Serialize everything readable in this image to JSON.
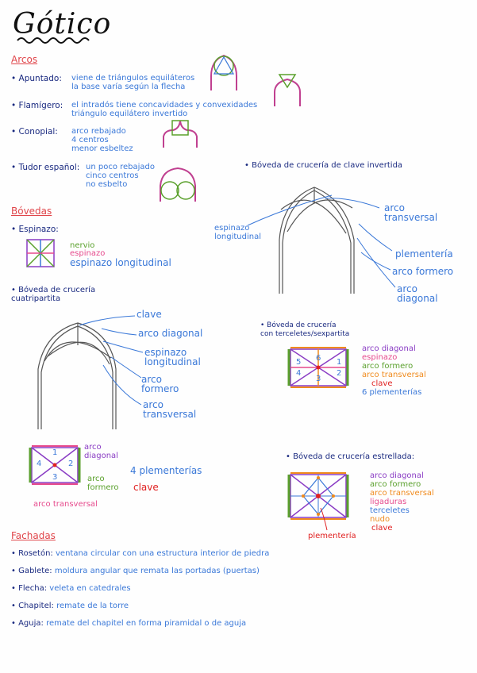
{
  "title": "Gótico",
  "arcos": {
    "heading": "Arcos",
    "items": [
      {
        "term": "Apuntado:",
        "desc": "viene de triángulos equiláteros\nla base varía según la flecha"
      },
      {
        "term": "Flamígero:",
        "desc": "el intradós tiene concavidades y convexidades\ntriángulo equilátero invertido"
      },
      {
        "term": "Conopial:",
        "desc": "arco rebajado\n4 centros\nmenor esbeltez"
      },
      {
        "term": "Tudor español:",
        "desc": "un poco rebajado\ncinco centros\nno esbelto"
      }
    ]
  },
  "bovedas": {
    "heading": "Bóvedas",
    "espinazo": {
      "term": "Espinazo:",
      "labels": {
        "nervio": "nervio",
        "espinazo": "espinazo",
        "espinazo_long": "espinazo longitudinal"
      }
    },
    "cuatripartita": {
      "title": "Bóveda de crucería\ncuatripartita",
      "labels": {
        "clave": "clave",
        "arco_diagonal": "arco diagonal",
        "espinazo_long": "espinazo\nlongitudinal",
        "arco_formero": "arco\nformero",
        "arco_transversal": "arco\ntransversal"
      },
      "plan": {
        "numbers": [
          "1",
          "2",
          "3",
          "4"
        ],
        "arco_diagonal": "arco\ndiagonal",
        "arco_formero": "arco\nformero",
        "arco_transversal": "arco transversal",
        "plementerias": "4 plementerías",
        "clave": "clave"
      }
    },
    "clave_invertida": {
      "title": "Bóveda de crucería de clave invertida",
      "labels": {
        "arco_transversal": "arco\ntransversal",
        "espinazo_long": "espinazo\nlongitudinal",
        "plementeria": "plementería",
        "arco_formero": "arco formero",
        "arco_diagonal": "arco\ndiagonal"
      }
    },
    "terceletes": {
      "title": "Bóveda de crucería\ncon terceletes/sexpartita",
      "numbers": [
        "5",
        "6",
        "1",
        "4",
        "3",
        "2"
      ],
      "legend": [
        "arco diagonal",
        "espinazo",
        "arco formero",
        "arco transversal",
        "clave",
        "6 plementerías"
      ]
    },
    "estrellada": {
      "title": "Bóveda de crucería estrellada:",
      "legend": [
        "arco diagonal",
        "arco formero",
        "arco transversal",
        "ligaduras",
        "terceletes",
        "nudo",
        "clave"
      ],
      "plementeria": "plementería"
    }
  },
  "fachadas": {
    "heading": "Fachadas",
    "items": [
      {
        "term": "Rosetón:",
        "desc": "ventana circular con una estructura interior de piedra"
      },
      {
        "term": "Gablete:",
        "desc": "moldura angular que remata las portadas (puertas)"
      },
      {
        "term": "Flecha:",
        "desc": "veleta en catedrales"
      },
      {
        "term": "Chapitel:",
        "desc": "remate de la torre"
      },
      {
        "term": "Aguja:",
        "desc": "remate del chapitel en forma piramidal o de aguja"
      }
    ]
  }
}
